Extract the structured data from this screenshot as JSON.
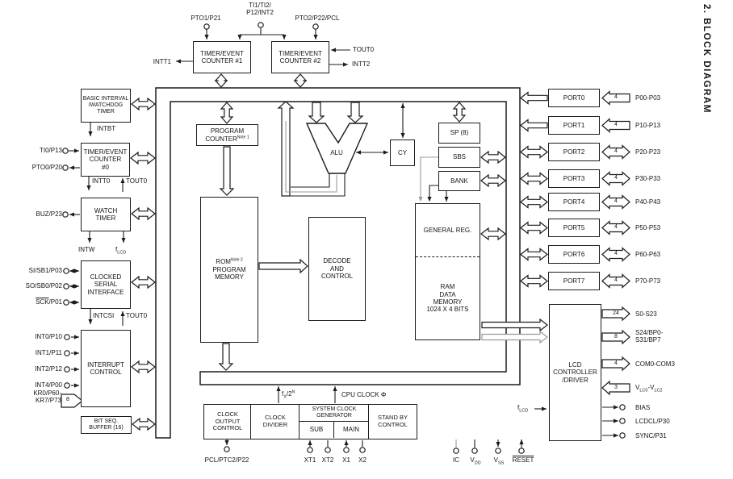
{
  "header": {
    "title_vertical": "2.  BLOCK  DIAGRAM"
  },
  "top": {
    "pto1": "PTO1/P21",
    "ti": "TI1/TI2/\nP12/INT2",
    "pto2": "PTO2/P22/PCL",
    "tec1": "TIMER/EVENT\nCOUNTER #1",
    "tec2": "TIMER/EVENT\nCOUNTER #2",
    "tout0": "TOUT0",
    "intt1": "INTT1",
    "intt2": "INTT2"
  },
  "left": {
    "biwt": "BASIC INTERVAL\n/WATCHDOG\nTIMER",
    "intbt": "INTBT",
    "tec0": "TIMER/EVENT\nCOUNTER\n#0",
    "ti0": "TI0/P13",
    "pto0": "PTO0/P20",
    "intt0": "INTT0",
    "tout0": "TOUT0",
    "watch": "WATCH\nTIMER",
    "buz": "BUZ/P23",
    "intw": "INTW",
    "flcd_base": "f",
    "flcd_sub": "LCD",
    "csi": "CLOCKED\nSERIAL\nINTERFACE",
    "si": "SI/SB1/P03",
    "so": "SO/SB0/P02",
    "sck_over": "SCK",
    "sck_rest": "/P01",
    "intcsi": "INTCSI",
    "tout0b": "TOUT0",
    "intctl": "INTERRUPT\nCONTROL",
    "int0": "INT0/P10",
    "int1": "INT1/P11",
    "int2": "INT2/P12",
    "int4": "INT4/P00",
    "kr": "KR0/P60-\nKR7/P73",
    "kr_width": "8",
    "bitseq": "BIT SEQ.\nBUFFER (16)"
  },
  "core": {
    "pc_line1": "PROGRAM",
    "pc_line2": "COUNTER",
    "pc_note": "Note 1",
    "rom": "ROM",
    "rom_note": "Note 2",
    "rom_rest": "PROGRAM\nMEMORY",
    "alu": "ALU",
    "cy": "CY",
    "decode": "DECODE\nAND\nCONTROL",
    "sp": "SP (8)",
    "sbs": "SBS",
    "bank": "BANK",
    "genreg": "GENERAL REG.",
    "ram": "RAM\nDATA\nMEMORY\n1024 X 4 BITS"
  },
  "ports": [
    {
      "label": "PORT0",
      "width": "4",
      "pins": "P00-P03"
    },
    {
      "label": "PORT1",
      "width": "4",
      "pins": "P10-P13"
    },
    {
      "label": "PORT2",
      "width": "4",
      "pins": "P20-P23"
    },
    {
      "label": "PORT3",
      "width": "4",
      "pins": "P30-P33"
    },
    {
      "label": "PORT4",
      "width": "4",
      "pins": "P40-P43"
    },
    {
      "label": "PORT5",
      "width": "4",
      "pins": "P50-P53"
    },
    {
      "label": "PORT6",
      "width": "4",
      "pins": "P60-P63"
    },
    {
      "label": "PORT7",
      "width": "4",
      "pins": "P70-P73"
    }
  ],
  "lcd": {
    "block": "LCD\nCONTROLLER\n/DRIVER",
    "flcd_base": "f",
    "flcd_sub": "LCD",
    "s_width": "24",
    "s_label": "S0-S23",
    "bp_width": "8",
    "bp_label": "S24/BP0-\nS31/BP7",
    "com_width": "4",
    "com_label": "COM0-COM3",
    "v_width": "3",
    "v_b1": "V",
    "v_s1": "LC0",
    "v_dash": "-",
    "v_b2": "V",
    "v_s2": "LC2",
    "bias": "BIAS",
    "lcdcl": "LCDCL/P30",
    "sync": "SYNC/P31"
  },
  "bottom": {
    "clkout": "CLOCK\nOUTPUT\nCONTROL",
    "clkdiv": "CLOCK\nDIVIDER",
    "sysclk": "SYSTEM CLOCK\nGENERATOR",
    "sub": "SUB",
    "main": "MAIN",
    "standby": "STAND BY\nCONTROL",
    "fx_base": "f",
    "fx_sub": "X",
    "fx_mid": "/2",
    "fx_sup": "N",
    "cpuclk": "CPU CLOCK Φ",
    "pcl": "PCL/PTC2/P22",
    "xt1": "XT1",
    "xt2": "XT2",
    "x1": "X1",
    "x2": "X2",
    "ic": "IC",
    "vdd_base": "V",
    "vdd_sub": "DD",
    "vss_base": "V",
    "vss_sub": "SS",
    "reset": "RESET"
  }
}
